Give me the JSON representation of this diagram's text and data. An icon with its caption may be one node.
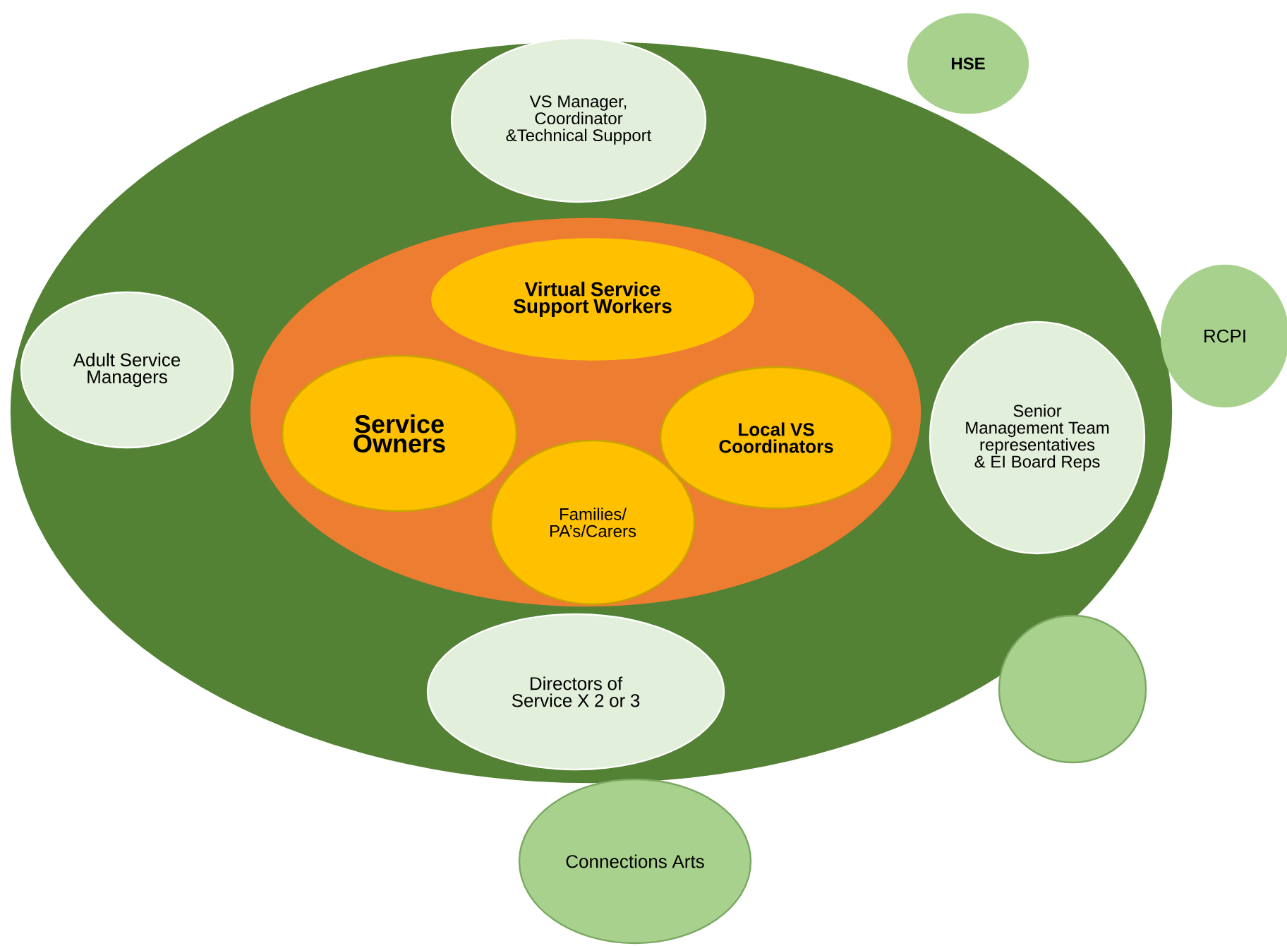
{
  "diagram": {
    "nodes": [
      {
        "text": [],
        "shape": "ellipse"
      },
      {
        "text": [
          "VS Manager, Coordinator &Technical Support"
        ],
        "in": 0
      },
      {
        "text": [
          "HSE"
        ]
      },
      {
        "text": [
          "RCPI"
        ]
      },
      {
        "text": [
          "Adult Service Managers"
        ],
        "in": 0
      },
      {
        "text": [],
        "shape": "ellipse",
        "in": 0
      },
      {
        "text": [
          "Virtual Service Support Workers"
        ],
        "in": 5
      },
      {
        "text": [
          "Service Owners"
        ],
        "in": 5
      },
      {
        "text": [
          "Local VS Coordinators"
        ],
        "in": 5
      },
      {
        "text": [
          "Families/ PA’s/Carers"
        ],
        "in": 5
      },
      {
        "text": [
          "Senior Management Team representatives & EI Board Reps"
        ],
        "in": 0
      },
      {
        "text": [
          "Directors of Service X 2 or 3"
        ],
        "in": 0
      },
      {
        "text": [],
        "shape": "circle"
      },
      {
        "text": [
          "Connections Arts"
        ]
      }
    ]
  }
}
